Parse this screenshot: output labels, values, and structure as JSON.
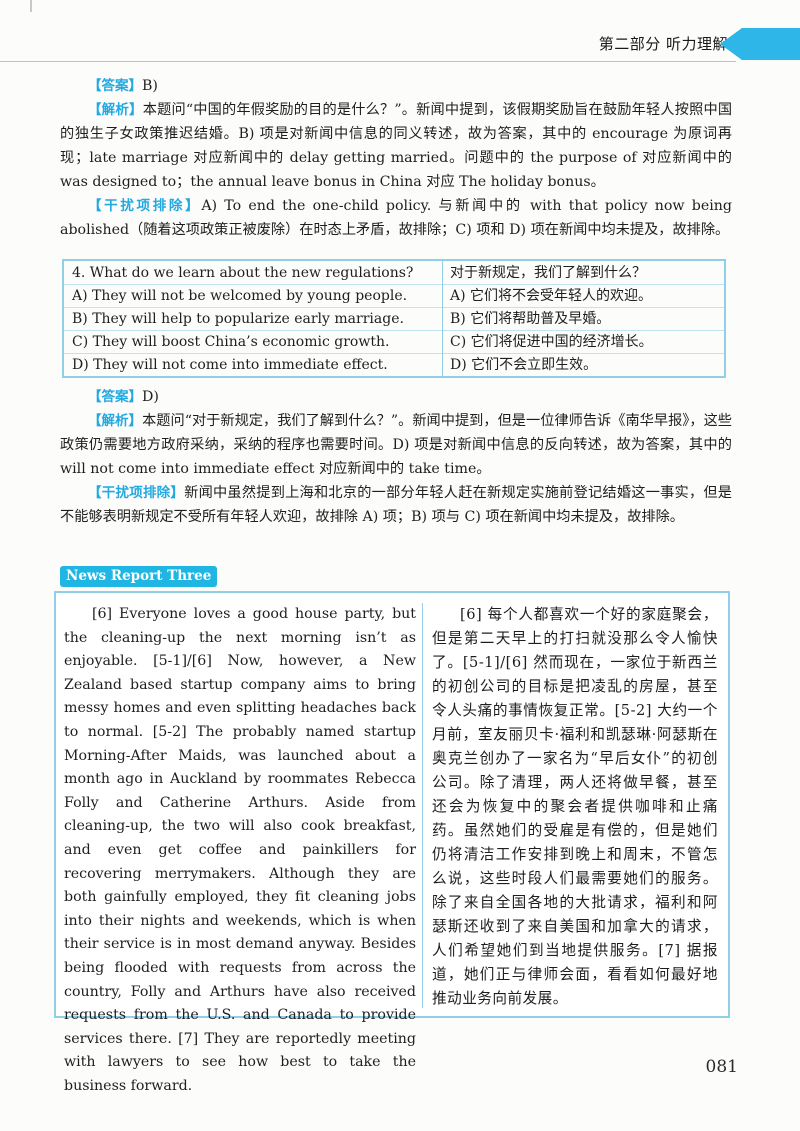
{
  "header": {
    "section_title": "第二部分  听力理解"
  },
  "q3": {
    "answer_label": "【答案】",
    "answer_value": "B)",
    "analysis_label": "【解析】",
    "analysis_text": "本题问“中国的年假奖励的目的是什么？”。新闻中提到，该假期奖励旨在鼓励年轻人按照中国的独生子女政策推迟结婚。B) 项是对新闻中信息的同义转述，故为答案，其中的 encourage 为原词再现；late marriage 对应新闻中的 delay getting married。问题中的 the purpose of 对应新闻中的 was designed to；the annual leave bonus in China 对应 The holiday bonus。",
    "distractor_label": "【干扰项排除】",
    "distractor_text": "A) To end the one-child policy. 与新闻中的 with that policy now being abolished（随着这项政策正被废除）在时态上矛盾，故排除；C) 项和 D) 项在新闻中均未提及，故排除。"
  },
  "q4_table": {
    "english": [
      "4. What do we learn about the new regulations?",
      "A) They will not be welcomed by young people.",
      "B) They will help to popularize early marriage.",
      "C) They will boost China’s economic growth.",
      "D) They will not come into immediate effect."
    ],
    "chinese": [
      "对于新规定，我们了解到什么？",
      "A) 它们将不会受年轻人的欢迎。",
      "B) 它们将帮助普及早婚。",
      "C) 它们将促进中国的经济增长。",
      "D) 它们不会立即生效。"
    ]
  },
  "q4": {
    "answer_label": "【答案】",
    "answer_value": "D)",
    "analysis_label": "【解析】",
    "analysis_text": "本题问“对于新规定，我们了解到什么？”。新闻中提到，但是一位律师告诉《南华早报》，这些政策仍需要地方政府采纳，采纳的程序也需要时间。D) 项是对新闻中信息的反向转述，故为答案，其中的 will not come into immediate effect 对应新闻中的 take time。",
    "distractor_label": "【干扰项排除】",
    "distractor_text": "新闻中虽然提到上海和北京的一部分年轻人赶在新规定实施前登记结婚这一事实，但是不能够表明新规定不受所有年轻人欢迎，故排除 A) 项；B) 项与 C) 项在新闻中均未提及，故排除。"
  },
  "news_report": {
    "badge": "News Report Three",
    "english": "[6] Everyone loves a good house party, but the cleaning-up the next morning isn’t as enjoyable. [5-1]/[6] Now, however, a New Zealand based startup company aims to bring messy homes and even splitting headaches back to normal. [5-2] The probably named startup Morning-After Maids, was launched about a month ago in Auckland by roommates Rebecca Folly and Catherine Arthurs. Aside from cleaning-up, the two will also cook breakfast, and even get coffee and painkillers for recovering merrymakers. Although they are both gainfully employed, they fit cleaning jobs into their nights and weekends, which is when their service is in most demand anyway. Besides being flooded with requests from across the country, Folly and Arthurs have also received requests from the U.S. and Canada to provide services there. [7] They are reportedly meeting with lawyers to see how best to take the business forward.",
    "chinese": "[6] 每个人都喜欢一个好的家庭聚会，但是第二天早上的打扫就没那么令人愉快了。[5-1]/[6] 然而现在，一家位于新西兰的初创公司的目标是把凌乱的房屋，甚至令人头痛的事情恢复正常。[5-2] 大约一个月前，室友丽贝卡·福利和凯瑟琳·阿瑟斯在奥克兰创办了一家名为“早后女仆”的初创公司。除了清理，两人还将做早餐，甚至还会为恢复中的聚会者提供咖啡和止痛药。虽然她们的受雇是有偿的，但是她们仍将清洁工作安排到晚上和周末，不管怎么说，这些时段人们最需要她们的服务。除了来自全国各地的大批请求，福利和阿瑟斯还收到了来自美国和加拿大的请求，人们希望她们到当地提供服务。[7] 据报道，她们正与律师会面，看看如何最好地推动业务向前发展。"
  },
  "page_number": "081"
}
